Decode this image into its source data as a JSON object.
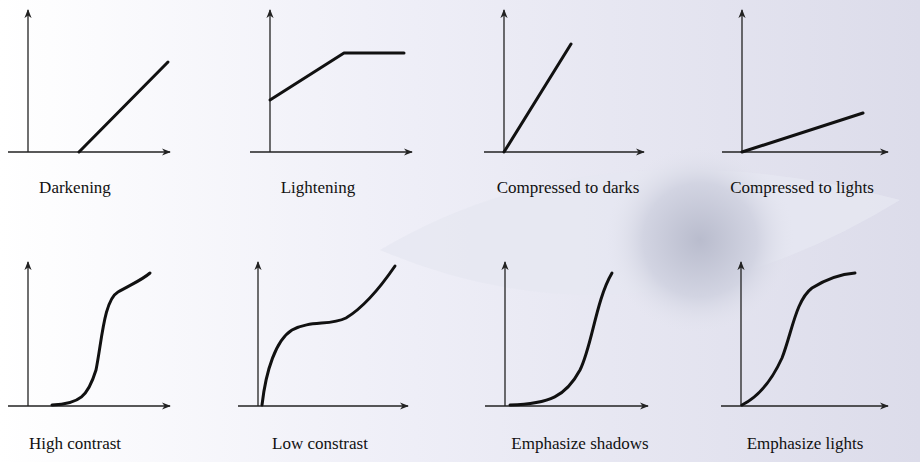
{
  "diagram": {
    "labels": [
      "Darkening",
      "Lightening",
      "Compressed to darks",
      "Compressed to lights",
      "High contrast",
      "Low constrast",
      "Emphasize shadows",
      "Emphasize lights"
    ]
  }
}
